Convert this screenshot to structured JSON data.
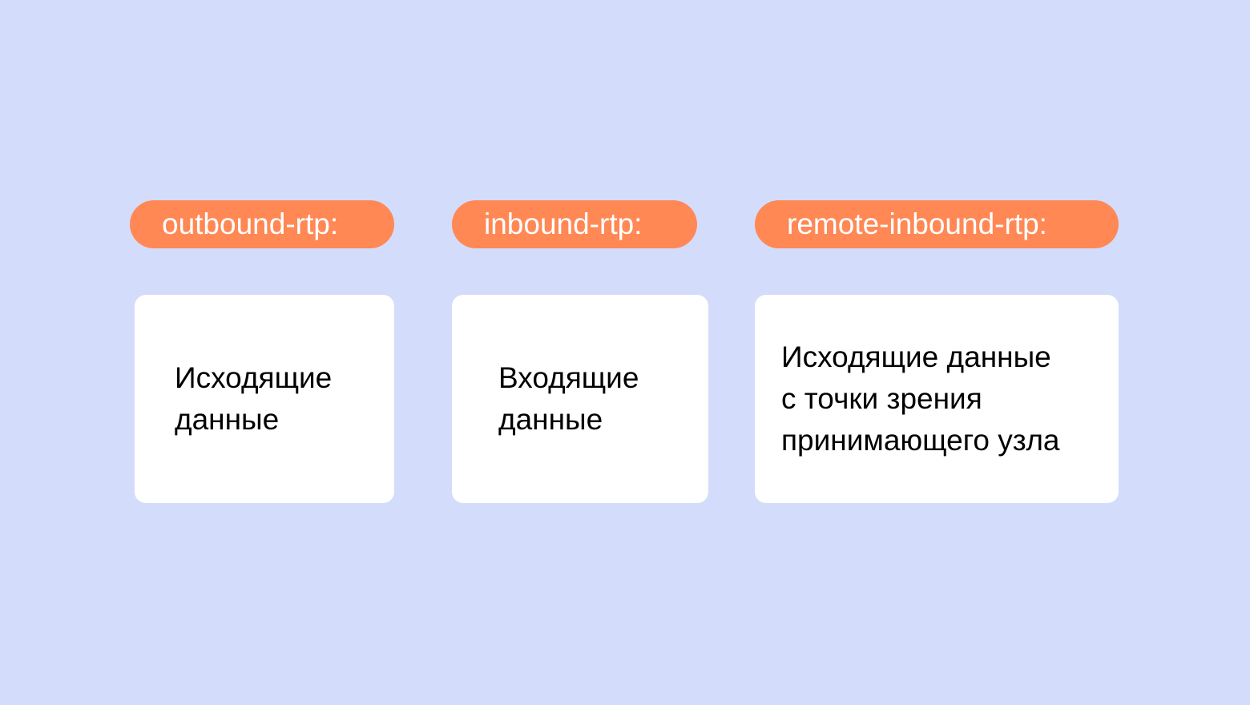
{
  "background_color": "#d4dcfb",
  "accent_color": "#ff8855",
  "columns": [
    {
      "label": "outbound-rtp:",
      "description": "Исходящие\nданные"
    },
    {
      "label": "inbound-rtp:",
      "description": "Входящие\nданные"
    },
    {
      "label": "remote-inbound-rtp:",
      "description": "Исходящие данные\nс точки зрения\nпринимающего узла"
    }
  ]
}
